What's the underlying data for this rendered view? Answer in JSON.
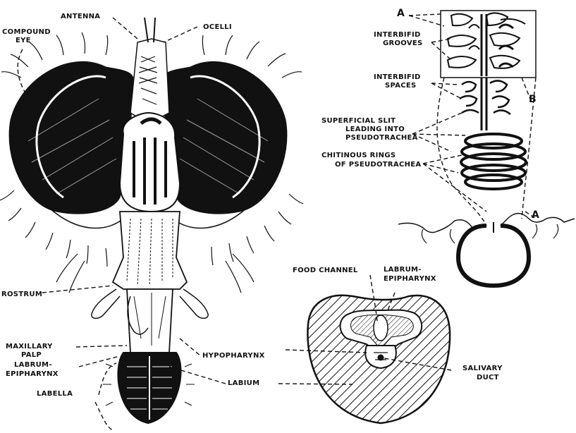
{
  "figure": {
    "ink_color": "#111111",
    "background": "#ffffff"
  },
  "labels": {
    "antenna": "ANTENNA",
    "ocelli": "OCELLI",
    "compound_eye_1": "COMPOUND",
    "compound_eye_2": "EYE",
    "rostrum": "ROSTRUM",
    "maxillary_palp_1": "MAXILLARY",
    "maxillary_palp_2": "PALP",
    "labrum_epipharynx_1": "LABRUM-",
    "labrum_epipharynx_2": "EPIPHARYNX",
    "labella": "LABELLA",
    "hypopharynx": "HYPOPHARYNX",
    "labium": "LABIUM",
    "food_channel": "FOOD CHANNEL",
    "labrum_epipharynx_sec_1": "LABRUM-",
    "labrum_epipharynx_sec_2": "EPIPHARYNX",
    "salivary_duct_1": "SALIVARY",
    "salivary_duct_2": "DUCT",
    "marker_a_top": "A",
    "marker_b": "B",
    "marker_a_bottom": "A",
    "interbifid_grooves_1": "INTERBIFID",
    "interbifid_grooves_2": "GROOVES",
    "interbifid_spaces_1": "INTERBIFID",
    "interbifid_spaces_2": "SPACES",
    "superficial_slit_1": "SUPERFICIAL SLIT",
    "superficial_slit_2": "LEADING INTO",
    "superficial_slit_3": "PSEUDOTRACHEA",
    "chitinous_rings_1": "CHITINOUS RINGS",
    "chitinous_rings_2": "OF PSEUDOTRACHEA"
  }
}
